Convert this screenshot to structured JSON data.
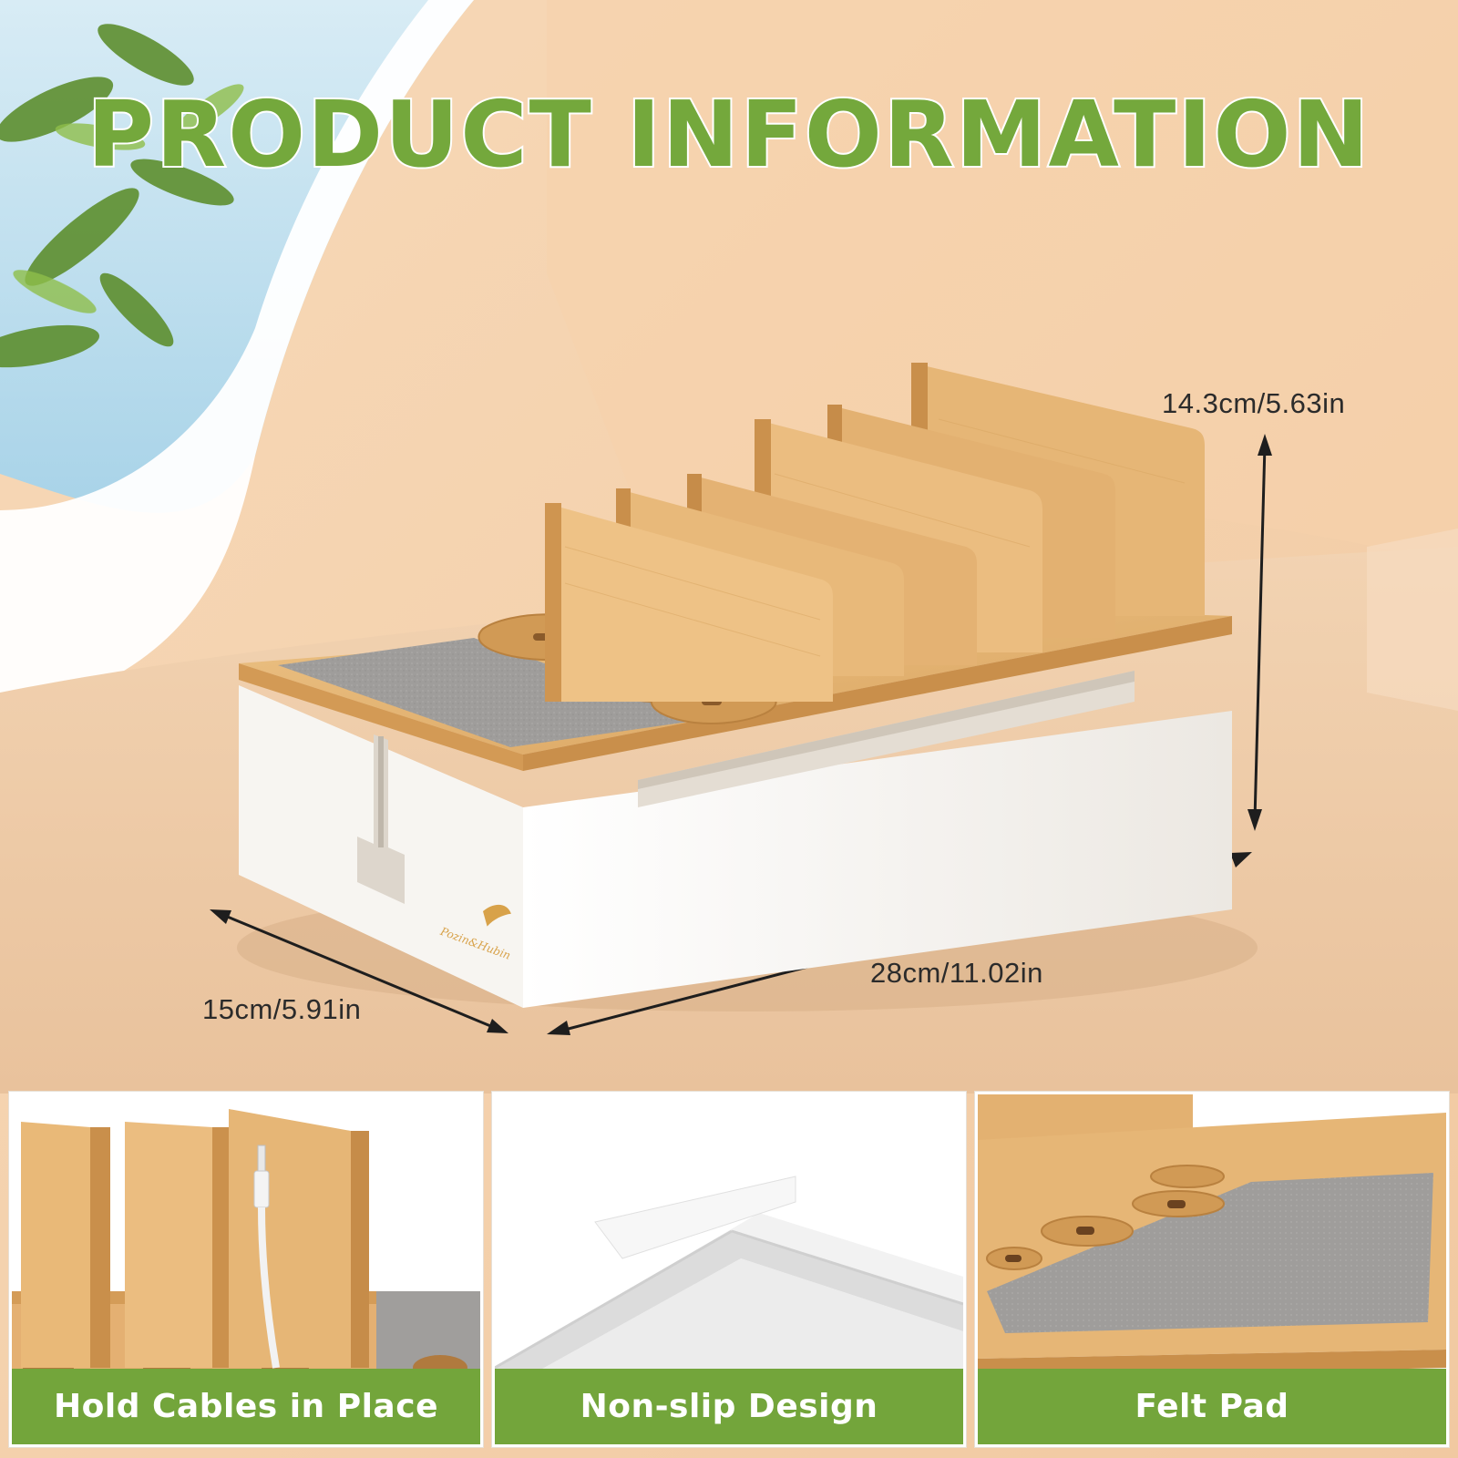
{
  "title": "PRODUCT INFORMATION",
  "dimensions": {
    "height": "14.3cm/5.63in",
    "length": "28cm/11.02in",
    "width": "15cm/5.91in"
  },
  "brand_logo": "Pozin&Hubin",
  "features": [
    {
      "caption": "Hold Cables in Place"
    },
    {
      "caption": "Non-slip Design"
    },
    {
      "caption": "Felt Pad"
    }
  ],
  "colors": {
    "accent_green": "#73a53b",
    "background": "#f3cfa9",
    "bamboo": "#e2b06c",
    "felt": "#9c9a99",
    "white_base": "#f4f1ec"
  }
}
